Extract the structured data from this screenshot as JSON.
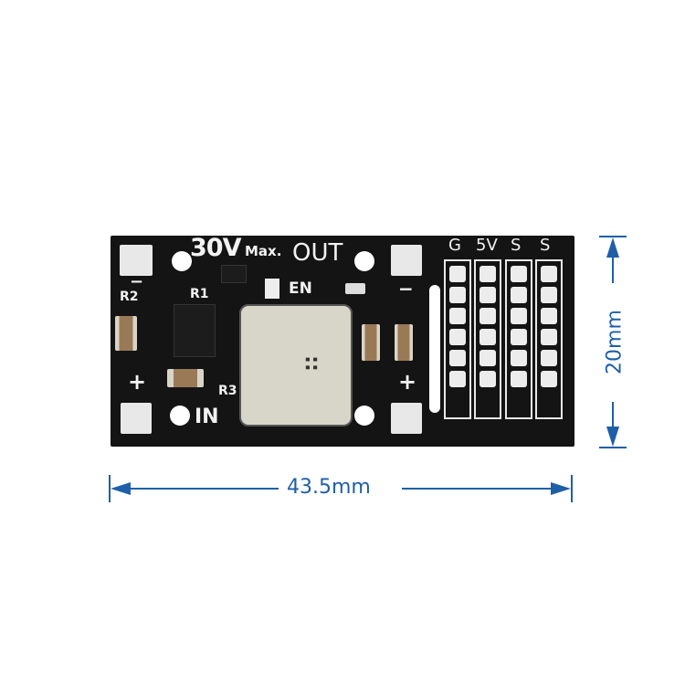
{
  "pcb": {
    "labels": {
      "voltage": "30V",
      "max": "Max.",
      "out": "OUT",
      "in": "IN",
      "en": "EN",
      "r1": "R1",
      "r2": "R2",
      "r3": "R3",
      "plus_left": "+",
      "minus_left": "−",
      "plus_right": "+",
      "minus_right": "−"
    },
    "header_columns": [
      "G",
      "5V",
      "S",
      "S"
    ],
    "header_rows": 6,
    "colors": {
      "board": "#141414",
      "silkscreen": "#f2f2f2",
      "inductor": "#d8d6c8"
    }
  },
  "dimensions": {
    "width_label": "43.5mm",
    "height_label": "20mm",
    "color": "#1f5fa8"
  }
}
